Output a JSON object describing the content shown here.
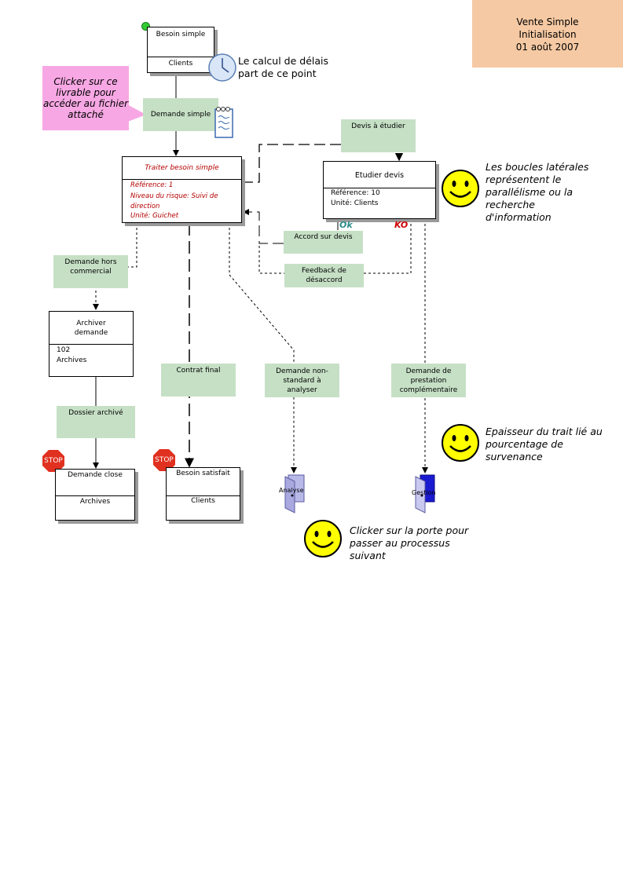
{
  "header": {
    "line1": "Vente Simple",
    "line2": "Initialisation",
    "line3": "01 août 2007"
  },
  "processes": {
    "besoin_simple": {
      "title": "Besoin simple",
      "actor": "Clients"
    },
    "traiter_besoin": {
      "title": "Traiter besoin simple",
      "reference": "Référence: 1",
      "risk": "Niveau du risque: Suivi de direction",
      "unit": "Unité: Guichet"
    },
    "etudier_devis": {
      "title": "Etudier devis",
      "reference": "Référence: 10",
      "unit": "Unité: Clients"
    },
    "archiver_demande": {
      "title": "Archiver demande",
      "reference": "102",
      "unit": "Archives"
    },
    "demande_close": {
      "title": "Demande close",
      "actor": "Archives"
    },
    "besoin_satisfait": {
      "title": "Besoin satisfait",
      "actor": "Clients"
    }
  },
  "deliverables": {
    "demande_simple": "Demande simple",
    "devis_etudier": "Devis à étudier",
    "accord_devis": "Accord sur devis",
    "feedback": "Feedback de désaccord",
    "demande_hors": "Demande hors commercial",
    "contrat_final": "Contrat final",
    "non_standard": "Demande non-standard à analyser",
    "prestation": "Demande de prestation complémentaire",
    "dossier_archive": "Dossier archivé"
  },
  "labels": {
    "ok": "Ok",
    "ko": "KO",
    "stop1": "STOP",
    "stop2": "STOP"
  },
  "doors": {
    "analyse": "Analyse",
    "gestion": "Gestion"
  },
  "notes": {
    "clock_note": "Le calcul de délais part de ce point",
    "click_livrable": "Clicker sur ce livrable pour accéder au fichier attaché",
    "boucles": "Les boucles latérales représentent le parallélisme ou la recherche d'information",
    "epaisseur": "Epaisseur du trait lié au pourcentage de survenance",
    "porte": "Clicker sur la porte pour passer au processus suivant"
  },
  "colors": {
    "header_bg": "#f5c9a3",
    "deliverable_bg": "#c6e0c6",
    "callout_bg": "#f7a8e4",
    "smiley": "#ffff00",
    "ok": "#2a8a8a",
    "ko": "#cc0000",
    "stop": "#e03020"
  }
}
